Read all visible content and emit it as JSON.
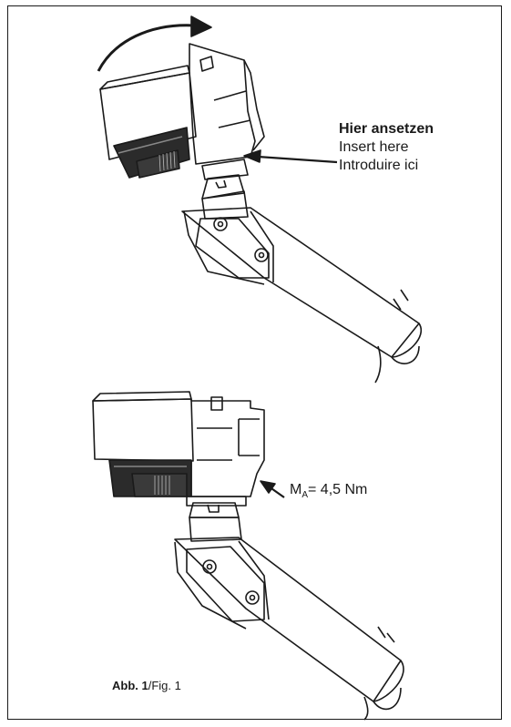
{
  "callout_top": {
    "line1": "Hier ansetzen",
    "line2": "Insert here",
    "line3": "Introduire ici"
  },
  "torque": {
    "symbol": "M",
    "subscript": "A",
    "value": "= 4,5 Nm"
  },
  "caption": {
    "bold_part": "Abb. 1",
    "rest": "/Fig. 1"
  },
  "colors": {
    "line": "#1a1a1a",
    "dark_face": "#2b2b2b",
    "mid_face": "#3a3a3a"
  },
  "icons": [
    "rotate-arrow-icon",
    "pointer-arrow-icon",
    "torque-arrow-icon"
  ]
}
